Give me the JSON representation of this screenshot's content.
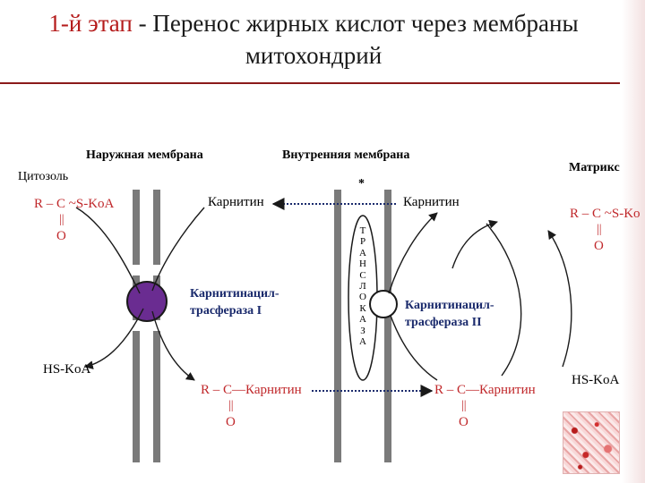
{
  "title": {
    "prefix": "1-й этап",
    "rest": " - Перенос жирных кислот через мембраны",
    "line2": "митохондрий"
  },
  "labels": {
    "outer_membrane": "Наружная мембрана",
    "inner_membrane": "Внутренняя мембрана",
    "matrix": "Матрикс",
    "cytosol": "Цитозоль",
    "asterisk": "*"
  },
  "cytosol_side": {
    "acyl_coa": "R – C ~S-KoA",
    "double_bond": "||",
    "oxygen": "O",
    "hs_coa": "HS-KoA"
  },
  "intermembrane": {
    "carnitine": "Карнитин",
    "enzyme_line1": "Карнитинацил-",
    "enzyme_line2": "трасфераза I",
    "acyl_carnitine": "R – C—Карнитин",
    "double_bond": "||",
    "oxygen": "O"
  },
  "translocase_letters": [
    "Т",
    "Р",
    "А",
    "Н",
    "С",
    "Л",
    "О",
    "К",
    "А",
    "З",
    "А"
  ],
  "matrix_side": {
    "carnitine": "Карнитин",
    "enzyme_line1": "Карнитинацил-",
    "enzyme_line2": "трасфераза II",
    "acyl_carnitine": "R – C—Карнитин",
    "double_bond": "||",
    "oxygen": "O",
    "acyl_coa": "R – C ~S-Ko",
    "acyl_double_bond": "||",
    "acyl_oxygen": "O",
    "hs_coa": "HS-KoA"
  },
  "colors": {
    "title_accent": "#b51c1c",
    "membrane": "#7a7a7a",
    "enzyme_one_fill": "#6a2c91",
    "arrow_blue": "#1a2a6c",
    "acyl_red": "#c0282b"
  }
}
